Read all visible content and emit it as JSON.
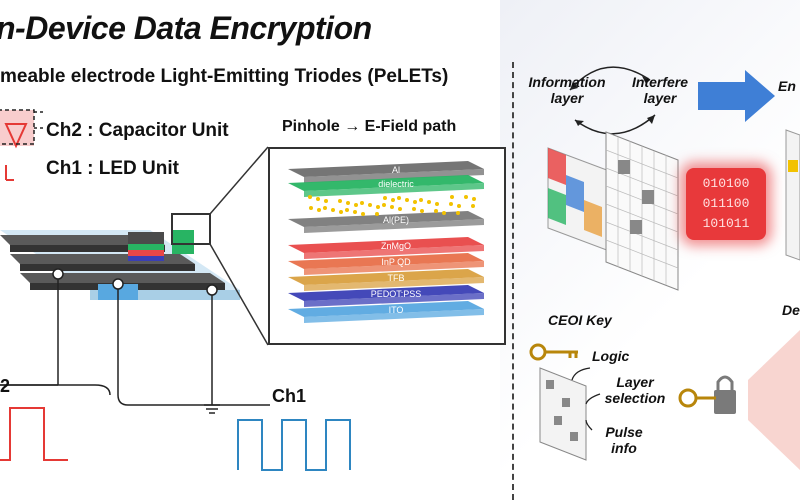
{
  "title": "n-Device Data Encryption",
  "subtitle": "meable electrode Light-Emitting Triodes (PeLETs)",
  "channels": {
    "ch2_label": "Ch2 : Capacitor Unit",
    "ch1_label": "Ch1 : LED Unit",
    "ch1_waveform_label": "Ch1",
    "ch2_waveform_label": "2"
  },
  "pinhole_label": "Pinhole → E-Field path",
  "layers": [
    "Al",
    "dielectric",
    "Al(PE)",
    "ZnMgO",
    "InP QD",
    "TFB",
    "PEDOT:PSS",
    "ITO"
  ],
  "layer_colors": [
    "#6e6e6e",
    "#28b463",
    "#7a7a7a",
    "#e84747",
    "#e8704a",
    "#d9a040",
    "#3a3fb5",
    "#58a8e0"
  ],
  "right_panel": {
    "information_layer": "Information layer",
    "interfere_layer": "Interfere layer",
    "encrypt_fragment": "En",
    "decrypt_fragment": "De",
    "binary_lines": [
      "010100",
      "011100",
      "101011"
    ],
    "ceoi_key": "CEOI Key",
    "logic": "Logic",
    "layer_selection": "Layer selection",
    "pulse_info": "Pulse info"
  },
  "colors": {
    "arrow_blue": "#3f7fd6",
    "binary_red": "#e8393b",
    "waveform_red": "#e53935",
    "waveform_blue": "#2e86c1"
  }
}
